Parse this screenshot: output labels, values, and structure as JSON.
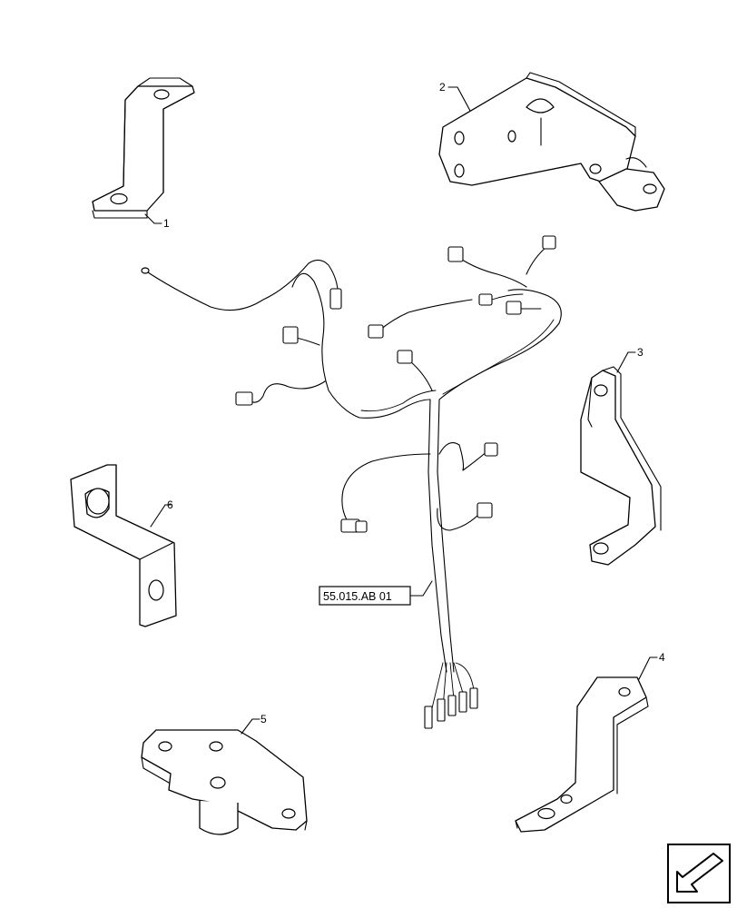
{
  "parts": [
    {
      "id": "1",
      "label": "1"
    },
    {
      "id": "2",
      "label": "2"
    },
    {
      "id": "3",
      "label": "3"
    },
    {
      "id": "4",
      "label": "4"
    },
    {
      "id": "5",
      "label": "5"
    },
    {
      "id": "6",
      "label": "6"
    }
  ],
  "reference": {
    "label": "55.015.AB 01"
  },
  "colors": {
    "line": "#000000",
    "background": "#ffffff"
  },
  "icons": {
    "nav": "arrow-icon"
  }
}
